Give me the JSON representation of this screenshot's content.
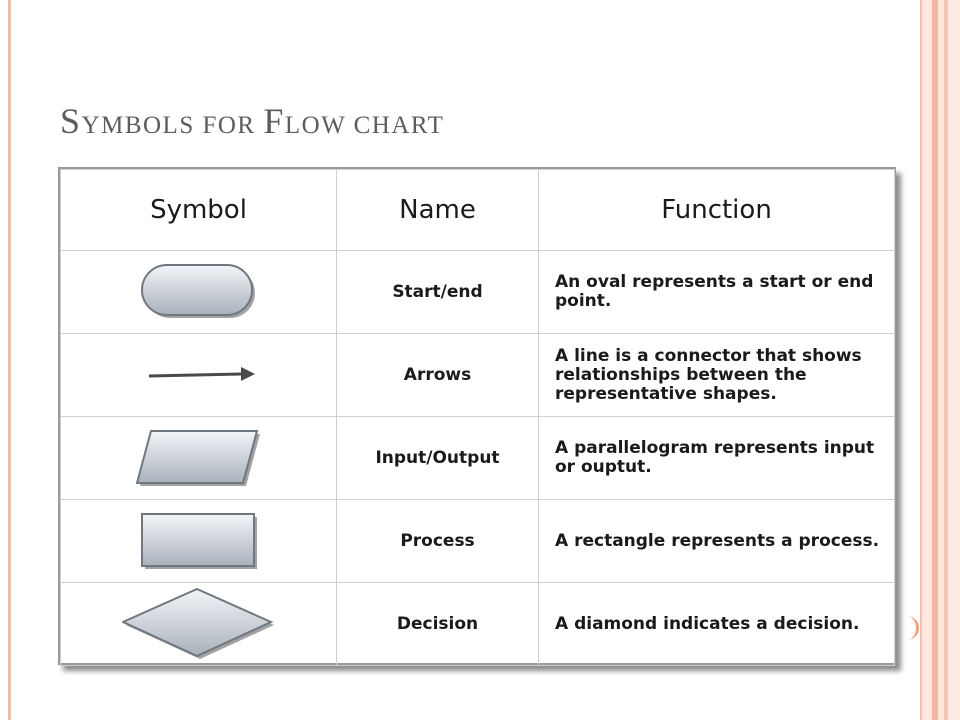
{
  "slide": {
    "title_initial_1": "S",
    "title_rest_1": "ymbols for ",
    "title_initial_2": "F",
    "title_rest_2": "low chart"
  },
  "table": {
    "headers": {
      "symbol": "Symbol",
      "name": "Name",
      "function": "Function"
    },
    "rows": [
      {
        "icon": "oval-icon",
        "name": "Start/end",
        "function": "An oval represents a start or end point."
      },
      {
        "icon": "arrow-icon",
        "name": "Arrows",
        "function": "A line is a connector that shows relationships between the representative shapes."
      },
      {
        "icon": "parallelogram-icon",
        "name": "Input/Output",
        "function": "A parallelogram represents input or ouptut."
      },
      {
        "icon": "rectangle-icon",
        "name": "Process",
        "function": "A rectangle represents a process."
      },
      {
        "icon": "diamond-icon",
        "name": "Decision",
        "function": "A diamond indicates a decision."
      }
    ]
  },
  "colors": {
    "frame_accent": "#f4b9a6",
    "title": "#5c5c5c",
    "shape_fill_light": "#f3f5f8",
    "shape_fill_dark": "#a9b1bb",
    "shape_stroke": "#6f7780"
  }
}
